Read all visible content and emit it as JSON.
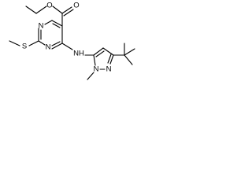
{
  "diagram": {
    "colors": {
      "bond": "#000000",
      "label": "#000000",
      "background": "#ffffff"
    },
    "atoms": {
      "ester_carbonyl_o": "O",
      "ester_ether_o": "O",
      "pyrimidine_n1": "N",
      "pyrimidine_n3": "N",
      "thioether_s": "S",
      "amine_nh": "NH",
      "pyrazole_n1": "N",
      "pyrazole_n2": "N"
    }
  }
}
